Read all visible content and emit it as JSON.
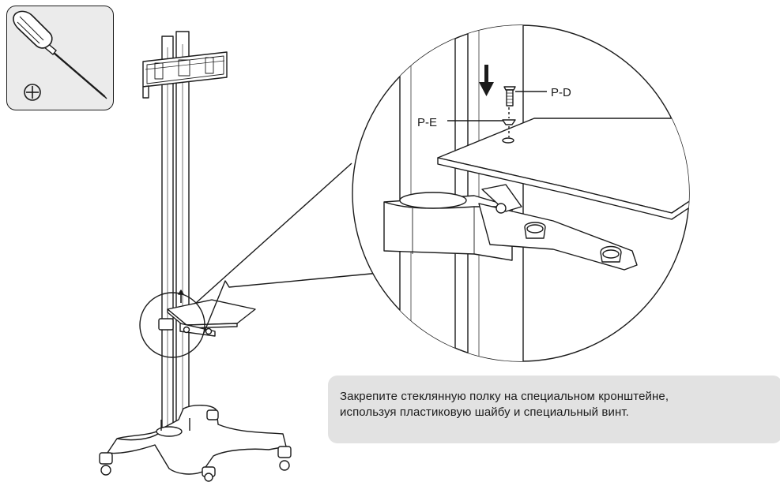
{
  "tool": {
    "icon": "phillips-screwdriver",
    "head_symbol": "⊕"
  },
  "callouts": {
    "screw_label": "P-D",
    "washer_label": "P-E"
  },
  "instruction": {
    "line1": "Закрепите стеклянную полку на специальном кронштейне,",
    "line2": "используя пластиковую шайбу и специальный винт."
  },
  "colors": {
    "stroke": "#1b1b1b",
    "panel_gray": "#e2e2e2",
    "tool_panel": "#ebebeb",
    "white": "#ffffff"
  }
}
